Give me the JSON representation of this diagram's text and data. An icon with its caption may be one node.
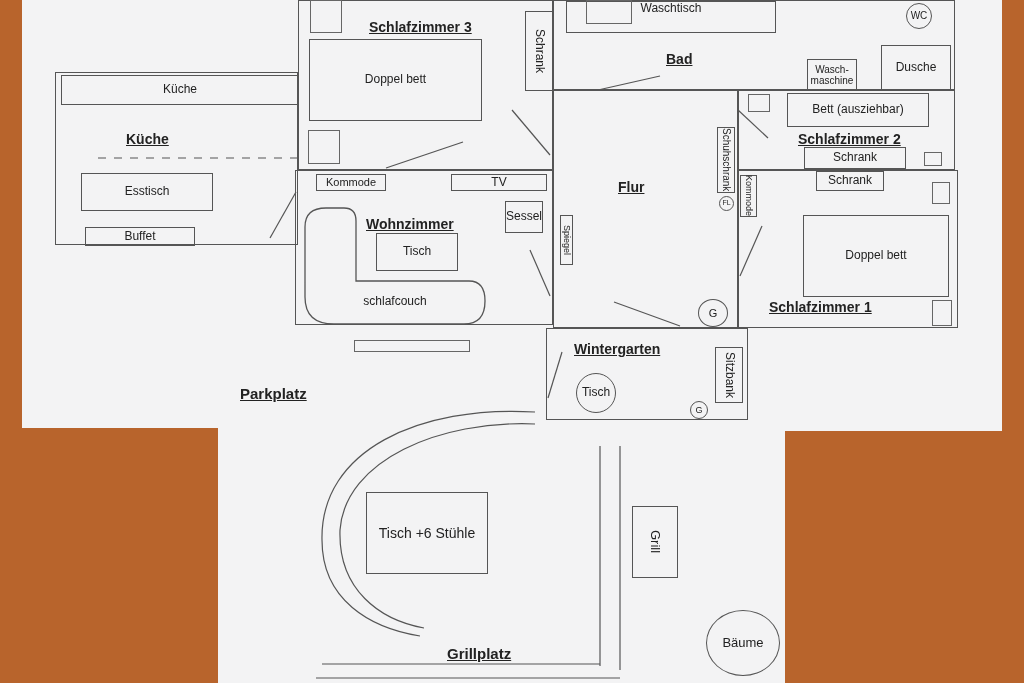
{
  "diagram": {
    "nodes": [
      {
        "text": [
          "Schlafzimmer 3"
        ]
      },
      {
        "text": [
          "Doppel bett"
        ],
        "in": 0
      },
      {
        "text": [
          "Schrank"
        ],
        "in": 0
      },
      {
        "text": [
          "Bad"
        ]
      },
      {
        "text": [
          "Waschtisch"
        ],
        "in": 3
      },
      {
        "text": [
          "WC"
        ],
        "in": 3
      },
      {
        "text": [
          "Wasch- maschine"
        ],
        "in": 3
      },
      {
        "text": [
          "Dusche"
        ],
        "in": 3
      },
      {
        "text": [
          "Küche"
        ]
      },
      {
        "text": [
          "Küche"
        ],
        "in": 8
      },
      {
        "text": [
          "Esstisch"
        ],
        "in": 8
      },
      {
        "text": [
          "Buffet"
        ],
        "in": 8
      },
      {
        "text": [
          "Schlafzimmer 2"
        ]
      },
      {
        "text": [
          "Bett (ausziehbar)"
        ],
        "in": 12
      },
      {
        "text": [
          "Schrank"
        ],
        "in": 12
      },
      {
        "text": [
          "Flur"
        ]
      },
      {
        "text": [
          "Schuhschrank"
        ],
        "in": 15
      },
      {
        "text": [
          "FL"
        ],
        "in": 15
      },
      {
        "text": [
          "Spiegel"
        ],
        "in": 15
      },
      {
        "text": [
          "G"
        ],
        "in": 15
      },
      {
        "text": [
          "Wohnzimmer"
        ]
      },
      {
        "text": [
          "Kommode"
        ],
        "in": 20
      },
      {
        "text": [
          "TV"
        ],
        "in": 20
      },
      {
        "text": [
          "Sessel"
        ],
        "in": 20
      },
      {
        "text": [
          "Tisch"
        ],
        "in": 20
      },
      {
        "text": [
          "schlafcouch"
        ],
        "in": 20
      },
      {
        "text": [
          "Schlafzimmer 1"
        ]
      },
      {
        "text": [
          "Schrank"
        ],
        "in": 26
      },
      {
        "text": [
          "Kommode"
        ],
        "in": 26
      },
      {
        "text": [
          "Doppel bett"
        ],
        "in": 26
      },
      {
        "text": [
          "Wintergarten"
        ]
      },
      {
        "text": [
          "Tisch"
        ],
        "in": 30
      },
      {
        "text": [
          "Sitzbank"
        ],
        "in": 30
      },
      {
        "text": [
          "G"
        ],
        "in": 30
      },
      {
        "text": [
          "Tisch +6 Stühle"
        ]
      },
      {
        "text": [
          "Grill"
        ]
      },
      {
        "text": [
          "Bäume"
        ]
      }
    ],
    "labels": [
      "Parkplatz",
      "Grillplatz"
    ]
  }
}
